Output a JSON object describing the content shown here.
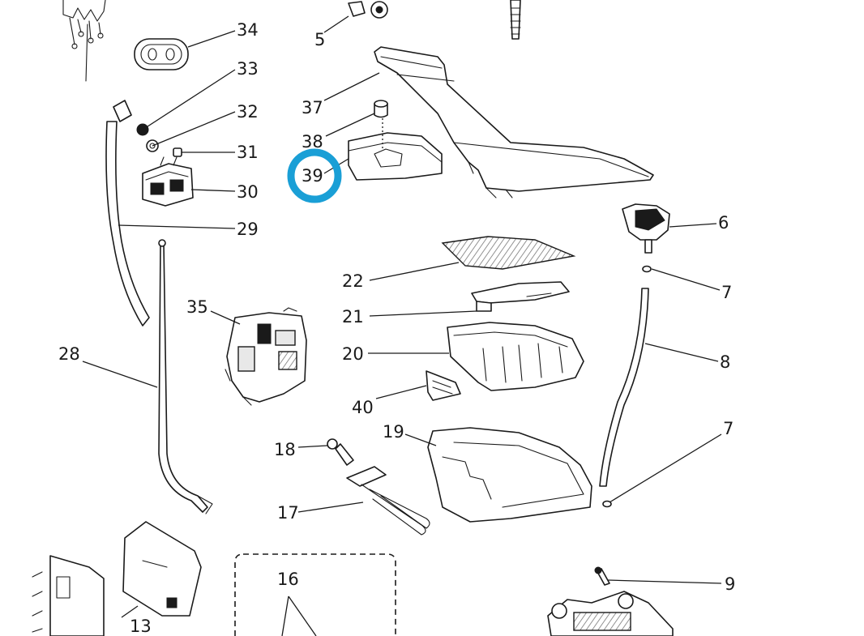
{
  "diagram": {
    "highlight_color": "#1a9fd6",
    "highlighted_label": "39",
    "labels": {
      "p5": "5",
      "p6": "6",
      "p7a": "7",
      "p7b": "7",
      "p8": "8",
      "p9": "9",
      "p13": "13",
      "p16": "16",
      "p17": "17",
      "p18": "18",
      "p19": "19",
      "p20": "20",
      "p21": "21",
      "p22": "22",
      "p28": "28",
      "p29": "29",
      "p30": "30",
      "p31": "31",
      "p32": "32",
      "p33": "33",
      "p34": "34",
      "p35": "35",
      "p37": "37",
      "p38": "38",
      "p39": "39",
      "p40": "40"
    }
  }
}
